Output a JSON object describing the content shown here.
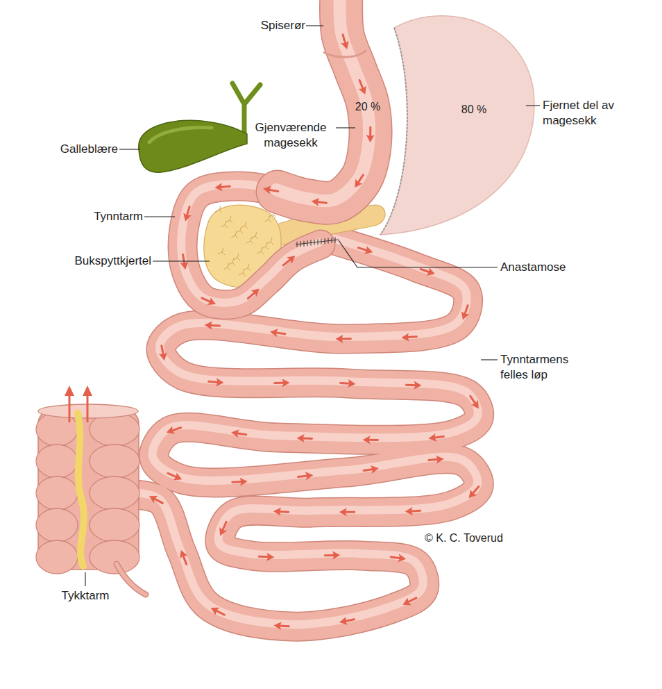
{
  "diagram": {
    "labels": [
      "Spiserør",
      "20 %",
      "80 %",
      "Fjernet del av magesekk",
      "Gjenværende magesekk",
      "Galleblære",
      "Tynntarm",
      "Bukspyttkjertel",
      "Anastamose",
      "Tynntarmens felles løp",
      "© K. C. Toverud",
      "Tykktarm"
    ]
  }
}
